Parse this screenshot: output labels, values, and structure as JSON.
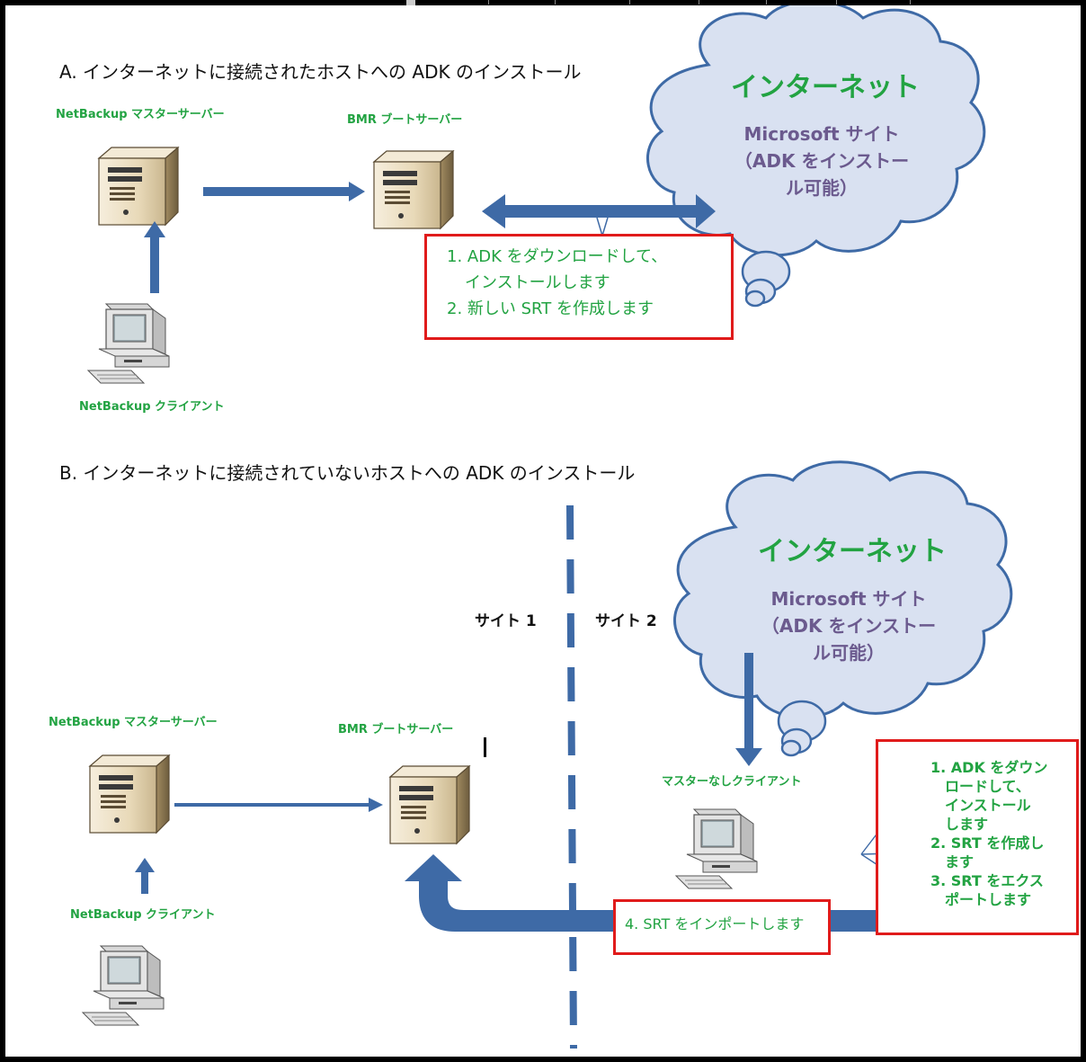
{
  "section_a": {
    "title": "A. インターネットに接続されたホストへの ADK のインストール",
    "master_server_label": "NetBackup マスターサーバー",
    "boot_server_label": "BMR ブートサーバー",
    "client_label": "NetBackup クライアント",
    "cloud": {
      "title": "インターネット",
      "body": "Microsoft サイト（ADK をインストール可能）"
    },
    "steps": [
      "1. ADK をダウンロードして、",
      "インストールします",
      "2. 新しい SRT を作成します"
    ]
  },
  "section_b": {
    "title": "B. インターネットに接続されていないホストへの ADK のインストール",
    "site1_label": "サイト 1",
    "site2_label": "サイト 2",
    "master_server_label": "NetBackup マスターサーバー",
    "boot_server_label": "BMR ブートサーバー",
    "client_label": "NetBackup クライアント",
    "masterless_client_label": "マスターなしクライアント",
    "cloud": {
      "title": "インターネット",
      "body": "Microsoft サイト（ADK をインストール可能）"
    },
    "steps": [
      "1. ADK をダウン",
      "ロードして、",
      "インストール",
      "します",
      "2. SRT を作成し",
      "ます",
      "3. SRT をエクス",
      "ポートします"
    ],
    "import_label": "4. SRT をインポートします"
  },
  "colors": {
    "arrow": "#3e6aa6",
    "cloud_fill": "#d9e1f1",
    "cloud_stroke": "#3e6aa6",
    "label_green": "#22a342",
    "box_border": "#e01b1b",
    "cloud_text": "#6b5a8e"
  },
  "icons": [
    "server-icon",
    "desktop-computer-icon"
  ]
}
